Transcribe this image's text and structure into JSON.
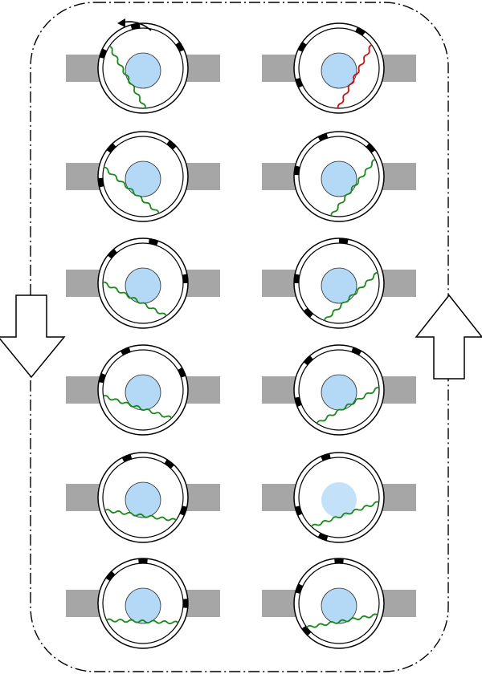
{
  "colors": {
    "background": "#ffffff",
    "frame_stroke": "#000000",
    "bar_fill": "#a6a6a6",
    "ring_stroke": "#000000",
    "core_fill": "#b3d9f7",
    "core_fill_light": "#c3e2fa",
    "strand_green": "#1a8a1a",
    "strand_red": "#cc1111",
    "marker": "#000000",
    "arrow_fill": "#ffffff",
    "arrow_stroke": "#000000"
  },
  "legend": {
    "rotation_arrow_icon": "curved-arrow-counterclockwise",
    "left_arrow_icon": "block-arrow-down",
    "right_arrow_icon": "block-arrow-up"
  },
  "stages": {
    "left_column": [
      {
        "strand_color": "green",
        "strand_angle_deg": 60
      },
      {
        "strand_color": "green",
        "strand_angle_deg": 40
      },
      {
        "strand_color": "green",
        "strand_angle_deg": 28
      },
      {
        "strand_color": "green",
        "strand_angle_deg": 18
      },
      {
        "strand_color": "green",
        "strand_angle_deg": 8
      },
      {
        "strand_color": "green",
        "strand_angle_deg": 2
      }
    ],
    "right_column": [
      {
        "strand_color": "red",
        "strand_angle_deg": -62
      },
      {
        "strand_color": "green",
        "strand_angle_deg": -52
      },
      {
        "strand_color": "green",
        "strand_angle_deg": -42
      },
      {
        "strand_color": "green",
        "strand_angle_deg": -30
      },
      {
        "strand_color": "green",
        "strand_angle_deg": -20
      },
      {
        "strand_color": "green",
        "strand_angle_deg": -10
      }
    ]
  }
}
